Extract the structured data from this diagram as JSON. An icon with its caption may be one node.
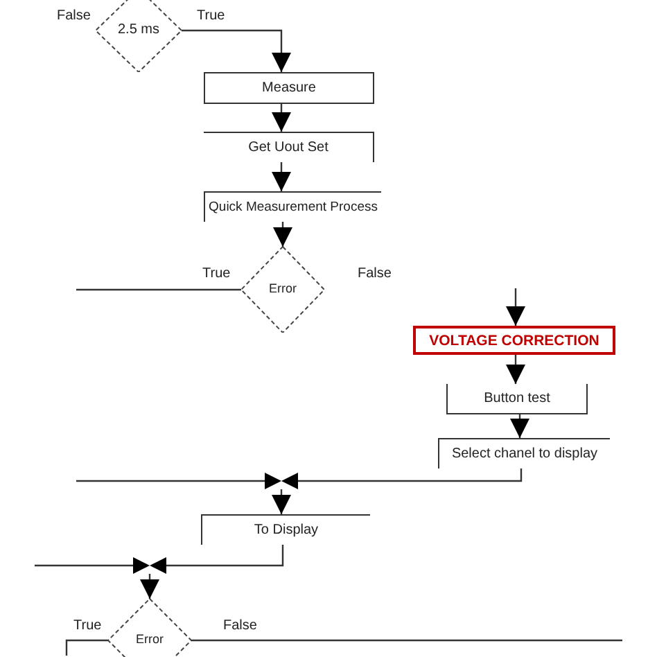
{
  "diagram": {
    "nodes": [
      {
        "text": [
          "2.5 ms"
        ]
      },
      {
        "text": [
          "Measure"
        ]
      },
      {
        "text": [
          "Get Uout Set"
        ]
      },
      {
        "text": [
          "Quick Measurement Process"
        ]
      },
      {
        "text": [
          "Error"
        ]
      },
      {
        "text": [
          "VOLTAGE CORRECTION"
        ]
      },
      {
        "text": [
          "Button test"
        ]
      },
      {
        "text": [
          "Select chanel to display"
        ]
      },
      {
        "text": [],
        "shape": "bowtie"
      },
      {
        "text": [
          "To Display"
        ]
      },
      {
        "text": [],
        "shape": "bowtie"
      },
      {
        "text": [
          "Error"
        ]
      }
    ],
    "edges": [
      {
        "from": 0,
        "to": 1,
        "arrow": "to",
        "label": "True"
      },
      {
        "from": 1,
        "to": 2,
        "arrow": "to"
      },
      {
        "from": 2,
        "to": 3,
        "arrow": "to"
      },
      {
        "from": 3,
        "to": 4,
        "arrow": "to"
      },
      {
        "from": 4,
        "to": null,
        "arrow": "none",
        "label": "True"
      },
      {
        "from": null,
        "to": 5,
        "arrow": "to"
      },
      {
        "from": 5,
        "to": 6,
        "arrow": "to"
      },
      {
        "from": 6,
        "to": 7,
        "arrow": "to"
      },
      {
        "from": 7,
        "to": 8,
        "arrow": "none"
      },
      {
        "from": null,
        "to": 8,
        "arrow": "none"
      },
      {
        "from": 8,
        "to": 9,
        "arrow": "to"
      },
      {
        "from": 9,
        "to": 10,
        "arrow": "none"
      },
      {
        "from": null,
        "to": 10,
        "arrow": "none"
      },
      {
        "from": 10,
        "to": 11,
        "arrow": "to"
      },
      {
        "from": 11,
        "to": null,
        "arrow": "none",
        "label": "True"
      },
      {
        "from": 11,
        "to": null,
        "arrow": "none",
        "label": "False"
      }
    ],
    "labels": [
      "False",
      "False"
    ]
  }
}
